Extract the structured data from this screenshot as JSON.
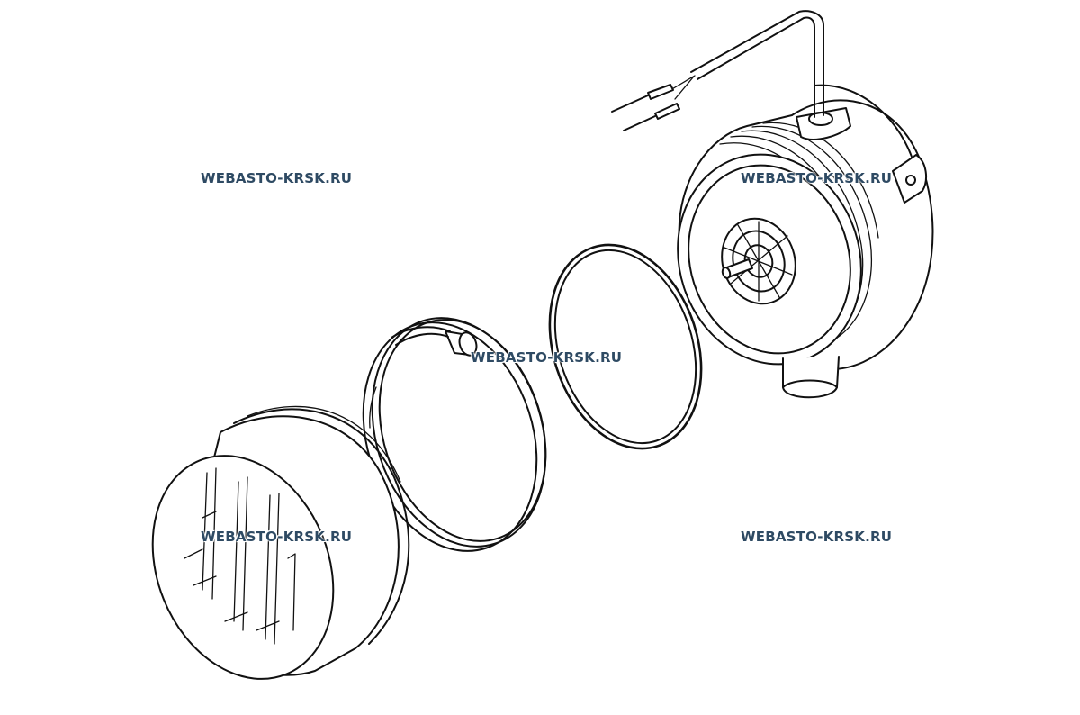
{
  "watermarks": [
    "WEBASTO-KRSK.RU",
    "WEBASTO-KRSK.RU",
    "WEBASTO-KRSK.RU",
    "WEBASTO-KRSK.RU",
    "WEBASTO-KRSK.RU"
  ],
  "colors": {
    "line": "#111111",
    "background": "#ffffff",
    "watermark": "#2e4a63"
  }
}
